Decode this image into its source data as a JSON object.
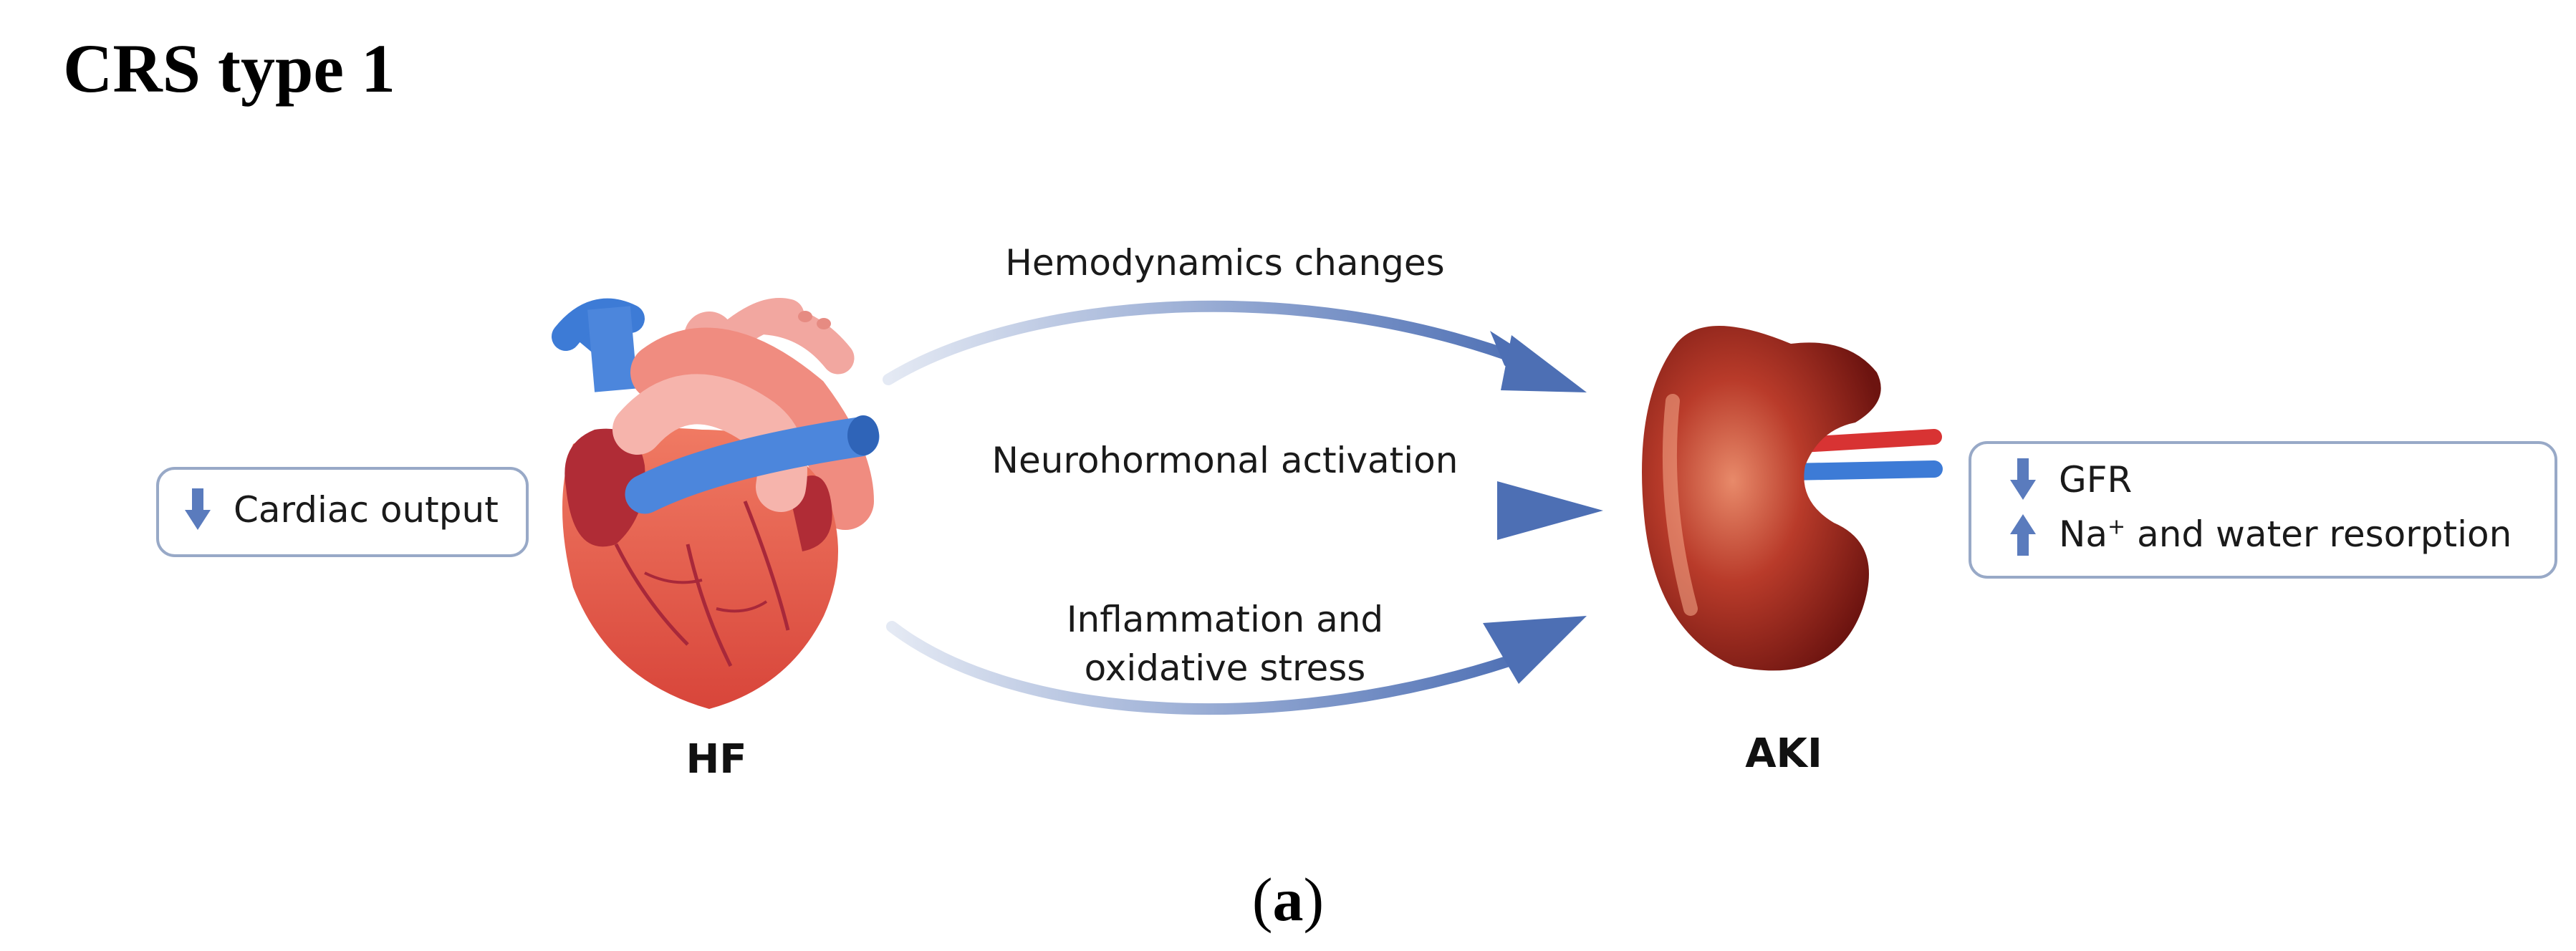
{
  "title": "CRS type 1",
  "caption_letter": "a",
  "left_box": {
    "text": "Cardiac output",
    "indicator": "down-arrow"
  },
  "right_box": {
    "line1": {
      "text": "GFR",
      "indicator": "down-arrow"
    },
    "line2": {
      "prefix": "Na",
      "superscript": "+",
      "rest": " and water resorption",
      "indicator": "up-arrow"
    }
  },
  "heart_label": "HF",
  "kidney_label": "AKI",
  "pathways": {
    "top": "Hemodynamics changes",
    "middle": "Neurohormonal activation",
    "bottom_line1": "Inflammation and",
    "bottom_line2": "oxidative stress"
  },
  "colors": {
    "arrow": "#4d6fb4",
    "box_border": "#98a9c7",
    "indicator": "#5a7bbd"
  }
}
